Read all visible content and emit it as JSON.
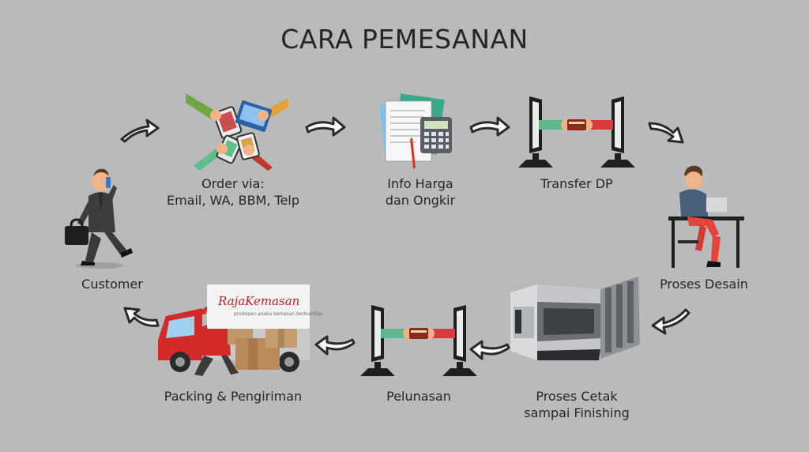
{
  "title": "CARA PEMESANAN",
  "steps": {
    "customer": {
      "label": "Customer",
      "icon": "businessman-phone-icon"
    },
    "order": {
      "line1": "Order via:",
      "line2": "Email, WA, BBM, Telp",
      "icon": "hands-devices-icon"
    },
    "info": {
      "line1": "Info Harga",
      "line2": "dan Ongkir",
      "icon": "documents-calculator-icon"
    },
    "transfer": {
      "label": "Transfer DP",
      "icon": "monitors-card-transfer-icon"
    },
    "desain": {
      "label": "Proses Desain",
      "icon": "designer-at-laptop-icon"
    },
    "cetak": {
      "line1": "Proses Cetak",
      "line2": "sampai Finishing",
      "icon": "printing-machine-icon"
    },
    "pelunasan": {
      "label": "Pelunasan",
      "icon": "monitors-card-payment-icon"
    },
    "packing": {
      "label": "Packing & Pengiriman",
      "icon": "delivery-truck-courier-icon"
    }
  },
  "brand": {
    "name": "RajaKemasan",
    "tagline": "produsen aneka kemasan berkualitas"
  },
  "colors": {
    "background": "#b9babc",
    "arrow": "#ffffff",
    "arrow_outline": "#2a2a2a",
    "accent_red": "#c32026",
    "accent_green": "#5cb88a"
  }
}
